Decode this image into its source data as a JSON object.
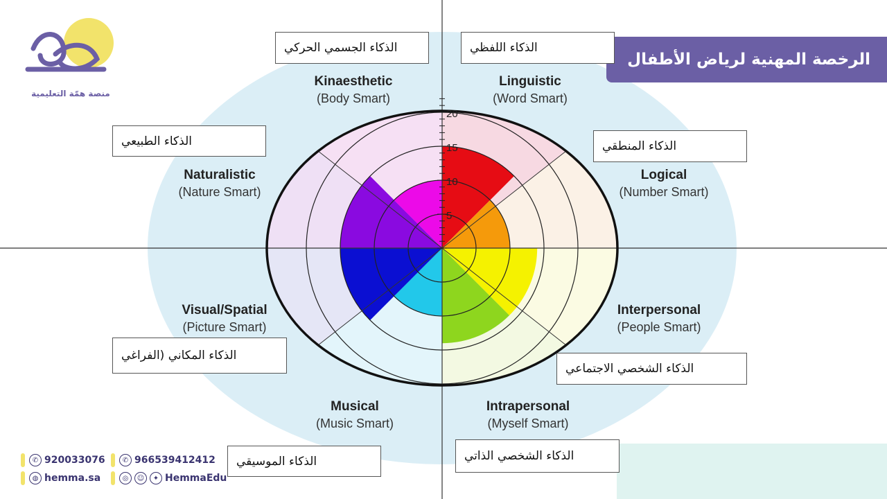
{
  "brand": {
    "name_ar": "منصة همّة التعليمية",
    "website": "hemma.sa",
    "social": "HemmaEdu",
    "phone1": "920033076",
    "phone2": "966539412412"
  },
  "banner": {
    "title": "الرخصة المهنية لرياض الأطفال"
  },
  "scale": {
    "ticks": [
      "20",
      "15",
      "10",
      "5"
    ]
  },
  "sectors": [
    {
      "key": "linguistic",
      "name": "Linguistic",
      "sub": "(Word Smart)",
      "arabic": "الذكاء اللفظي",
      "color": "#e60c14",
      "bg": "#f7d9e2",
      "level": 15
    },
    {
      "key": "logical",
      "name": "Logical",
      "sub": "(Number Smart)",
      "arabic": "الذكاء المنطقي",
      "color": "#f59a0b",
      "bg": "#fbf1e6",
      "level": 10
    },
    {
      "key": "interpersonal",
      "name": "Interpersonal",
      "sub": "(People Smart)",
      "arabic": "الذكاء الشخصي الاجتماعي",
      "color": "#f5f200",
      "bg": "#fbfbe3",
      "level": 14
    },
    {
      "key": "intrapersonal",
      "name": "Intrapersonal",
      "sub": "(Myself Smart)",
      "arabic": "الذكاء الشخصي الذاتي",
      "color": "#8ed61e",
      "bg": "#f3f9e2",
      "level": 14
    },
    {
      "key": "musical",
      "name": "Musical",
      "sub": "(Music Smart)",
      "arabic": "الذكاء الموسيقي",
      "color": "#22c8ea",
      "bg": "#e3f5fb",
      "level": 10
    },
    {
      "key": "visual",
      "name": "Visual/Spatial",
      "sub": "(Picture Smart)",
      "arabic": "الذكاء المكاني (الفراغي",
      "color": "#0b0fd2",
      "bg": "#e5e6f6",
      "level": 15
    },
    {
      "key": "naturalistic",
      "name": "Naturalistic",
      "sub": "(Nature Smart)",
      "arabic": "الذكاء الطبيعي",
      "color": "#8a0ae0",
      "bg": "#efe0f5",
      "level": 15
    },
    {
      "key": "kinaesthetic",
      "name": "Kinaesthetic",
      "sub": "(Body Smart)",
      "arabic": "الذكاء الجسمي الحركي",
      "color": "#ec0ae8",
      "bg": "#f6e0f4",
      "level": 10
    }
  ]
}
